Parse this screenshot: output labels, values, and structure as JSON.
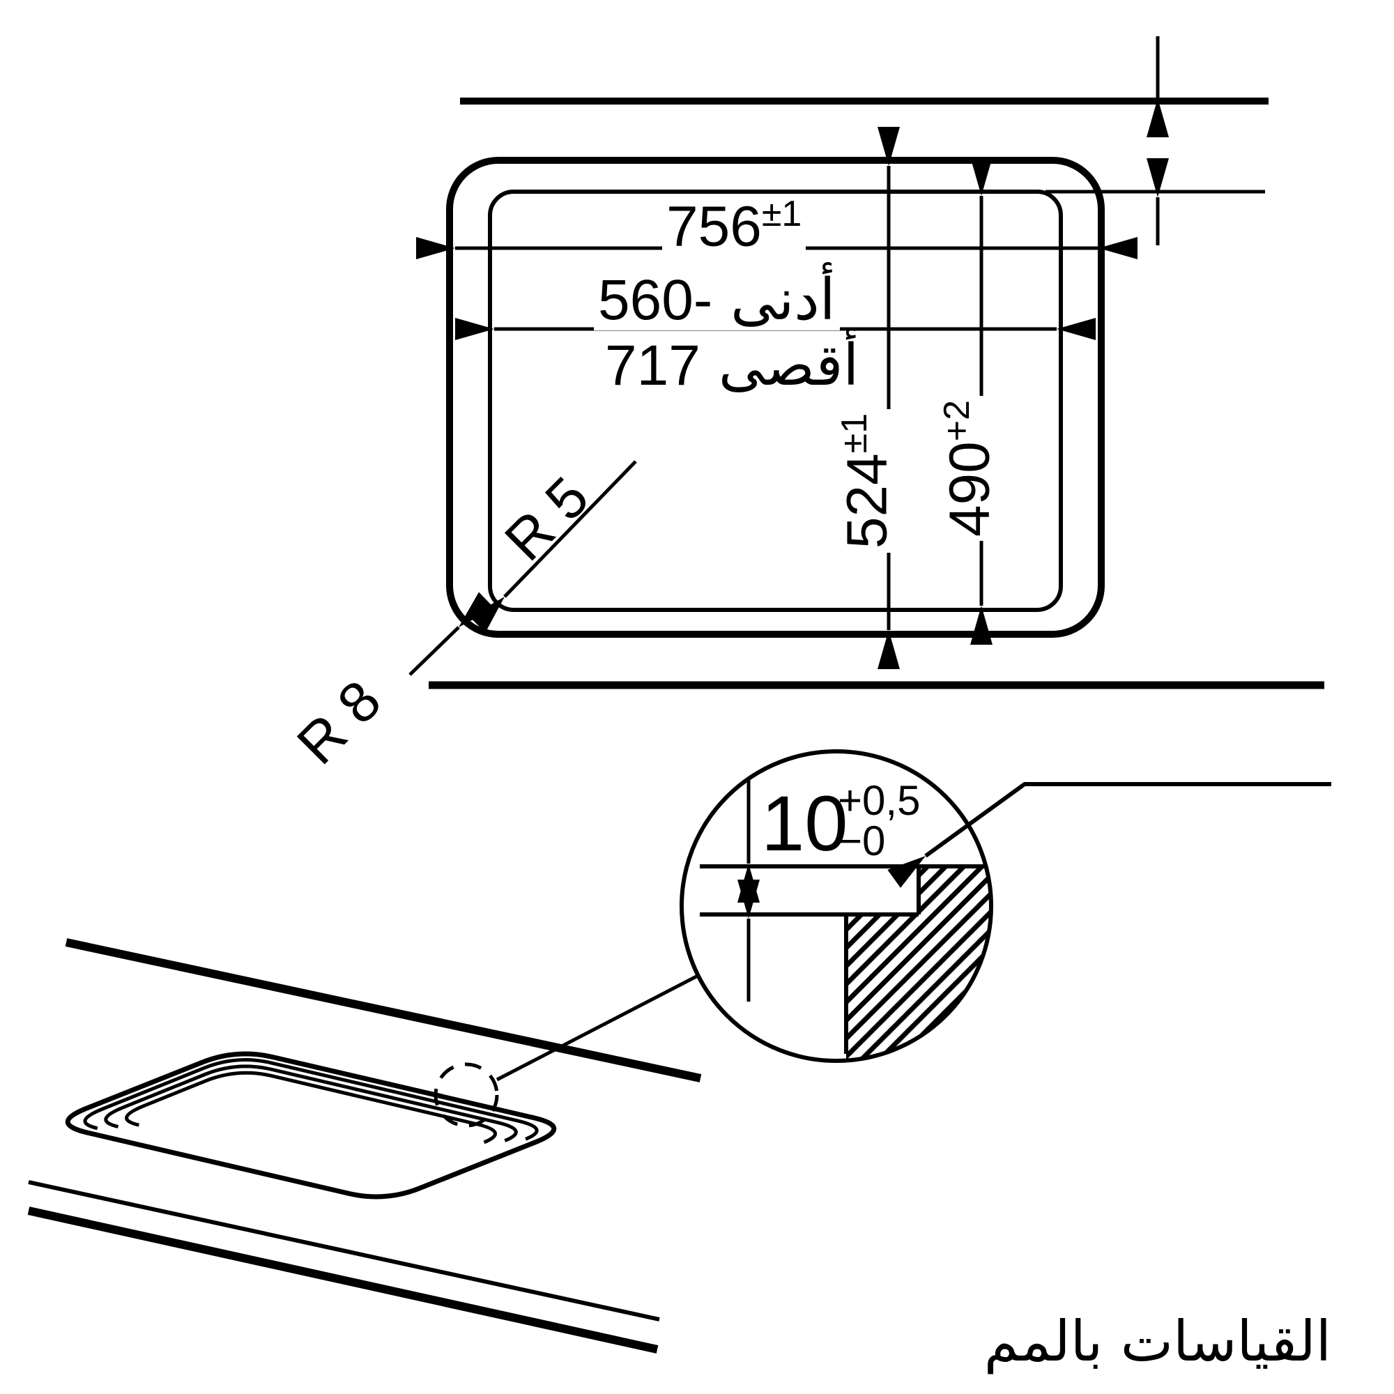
{
  "colors": {
    "ink": "#000000",
    "paper": "#ffffff"
  },
  "drawing": {
    "dim_width": {
      "value": "756",
      "tol": "±1"
    },
    "dim_cutout_width_min": {
      "number": "560-",
      "word": "أدنى"
    },
    "dim_cutout_width_max": {
      "number": "717",
      "word": "أقصى"
    },
    "dim_height": {
      "value": "524",
      "tol": "±1"
    },
    "dim_cutout_height": {
      "value": "490",
      "tol": "+2"
    },
    "radius_cutout": "R 5",
    "radius_hob": "R 8",
    "detail_depth": {
      "value": "10",
      "tol_upper": "+0,5",
      "tol_lower": "−0"
    },
    "caption": "القياسات بالمم"
  }
}
